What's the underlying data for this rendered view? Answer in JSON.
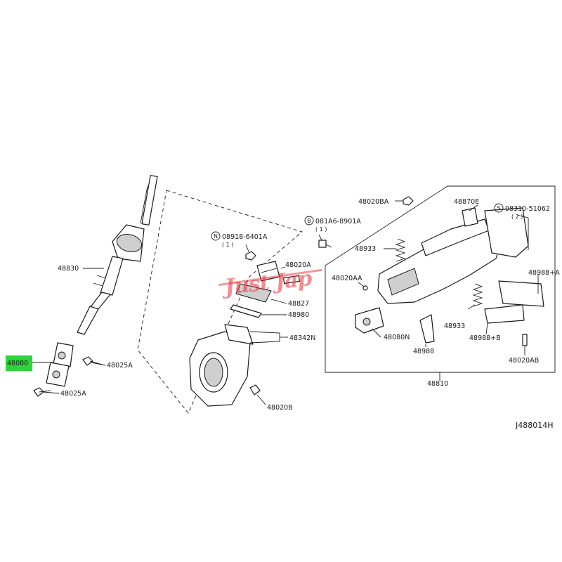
{
  "diagram_code": "J488014H",
  "highlight_color": "#2ed43d",
  "watermark_color": "#e8323a",
  "watermark_text": "Just Jap",
  "labels": {
    "p48830": "48830",
    "p48080": "48080",
    "p48025A_top": "48025A",
    "p48025A_bottom": "48025A",
    "p08918": "08918-6401A",
    "p08918_qty": "( 1 )",
    "p08918_mark": "N",
    "p081A6": "081A6-8901A",
    "p081A6_qty": "( 1 )",
    "p081A6_mark": "B",
    "p48020A": "48020A",
    "p48827": "48827",
    "p48980": "48980",
    "p48342N": "48342N",
    "p48020B": "48020B",
    "p48020BA": "48020BA",
    "p48870E": "48870E",
    "p08310": "08310-51062",
    "p08310_qty": "( 2 )",
    "p08310_mark": "S",
    "p48933_top": "48933",
    "p48020AA": "48020AA",
    "p48988A": "48988+A",
    "p48080N": "48080N",
    "p48933_bottom": "48933",
    "p48988": "48988",
    "p48988B": "48988+B",
    "p48020AB": "48020AB",
    "p48810": "48810"
  }
}
